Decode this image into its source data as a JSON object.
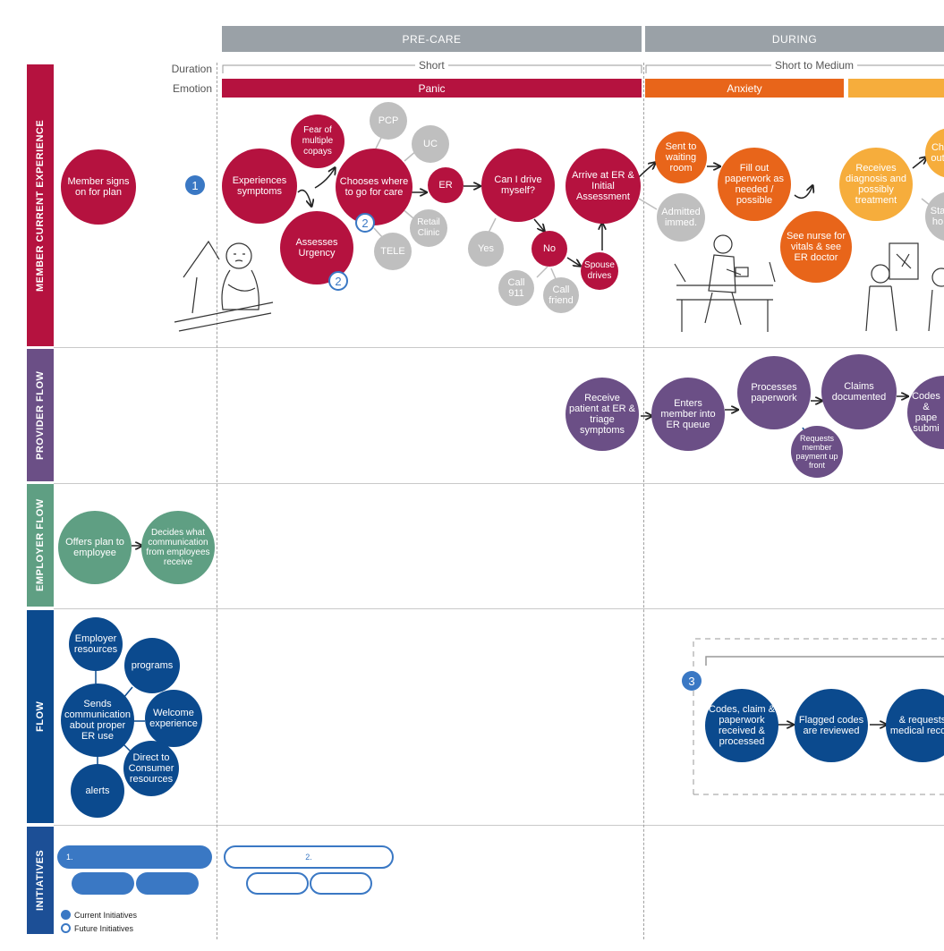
{
  "phases": {
    "pre_care": "PRE-CARE",
    "during": "DURING"
  },
  "side_labels": {
    "duration": "Duration",
    "emotion": "Emotion"
  },
  "durations": {
    "pre_care": "Short",
    "during": "Short to Medium"
  },
  "emotions": {
    "panic": "Panic",
    "anxiety": "Anxiety"
  },
  "rows": {
    "member": "MEMBER CURRENT EXPERIENCE",
    "provider": "PROVIDER FLOW",
    "employer": "EMPLOYER FLOW",
    "flow": "FLOW",
    "initiatives": "INITIATIVES"
  },
  "member_nodes": {
    "signs_on": "Member signs on for plan",
    "experiences": "Experiences symptoms",
    "fear": "Fear of multiple copays",
    "assesses": "Assesses Urgency",
    "chooses": "Chooses where to go for care",
    "pcp": "PCP",
    "uc": "UC",
    "retail": "Retail Clinic",
    "tele": "TELE",
    "er": "ER",
    "can_drive": "Can I drive myself?",
    "yes": "Yes",
    "no": "No",
    "call911": "Call 911",
    "call_friend": "Call friend",
    "spouse": "Spouse drives",
    "arrive": "Arrive at ER & Initial Assessment",
    "admitted": "Admitted immed.",
    "waiting": "Sent to waiting room",
    "paperwork": "Fill out paperwork as needed / possible",
    "nurse": "See nurse for vitals & see ER doctor",
    "receives": "Receives diagnosis and possibly treatment",
    "ch_partial": "Ch out",
    "st_partial": "Sta ho"
  },
  "provider_nodes": {
    "receive": "Receive patient at ER & triage symptoms",
    "enters": "Enters member into ER queue",
    "processes": "Processes paperwork",
    "requests": "Requests member payment up front",
    "claims": "Claims documented",
    "codes_partial": "Codes & pape submi"
  },
  "employer_nodes": {
    "offers": "Offers plan to employee",
    "decides": "Decides what communication from employees receive"
  },
  "flow_nodes": {
    "employer_resources": "Employer resources",
    "programs": "programs",
    "sends": "Sends communication about proper ER use",
    "welcome": "Welcome experience",
    "direct": "Direct to Consumer resources",
    "alerts": "alerts",
    "codes_claim": "Codes, claim & paperwork received & processed",
    "flagged": "Flagged codes are reviewed",
    "requests_record": "& requests medical record"
  },
  "markers": {
    "one": "1",
    "two": "2",
    "three": "3"
  },
  "initiatives": {
    "pill1": "1.",
    "pill2": "2."
  },
  "legend": {
    "current": "Current Initiatives",
    "future": "Future Initiatives"
  },
  "colors": {
    "red": "#b5123f",
    "orange": "#e8651a",
    "light_orange": "#f6ad3c",
    "purple": "#6b4f86",
    "green": "#5f9f83",
    "navy": "#0b4a8e",
    "blue": "#3a78c4",
    "gray": "#9aa1a7"
  }
}
